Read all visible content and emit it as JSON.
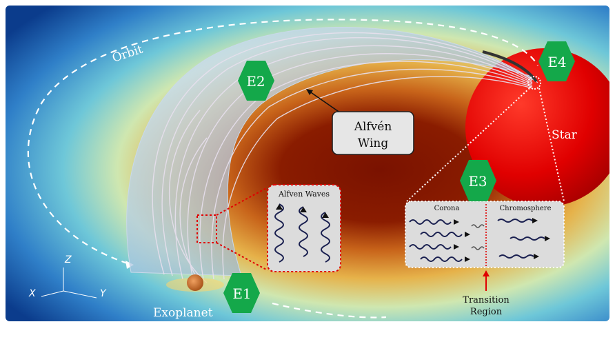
{
  "labels": {
    "orbit": "Orbit",
    "exoplanet": "Exoplanet",
    "star": "Star",
    "alfven_wing_line1": "Alfvén",
    "alfven_wing_line2": "Wing",
    "alfven_waves": "Alfven Waves",
    "corona": "Corona",
    "chromosphere": "Chromosphere",
    "transition_line1": "Transition",
    "transition_line2": "Region"
  },
  "events": {
    "e1": "E1",
    "e2": "E2",
    "e3": "E3",
    "e4": "E4"
  },
  "axes": {
    "x": "X",
    "y": "Y",
    "z": "Z"
  },
  "colors": {
    "hexagon": "#14a84a",
    "background_deep": "#0b3c8c",
    "background_cyan": "#8fd4e0",
    "star_red": "#e00000",
    "dotted_red": "#e00000"
  }
}
